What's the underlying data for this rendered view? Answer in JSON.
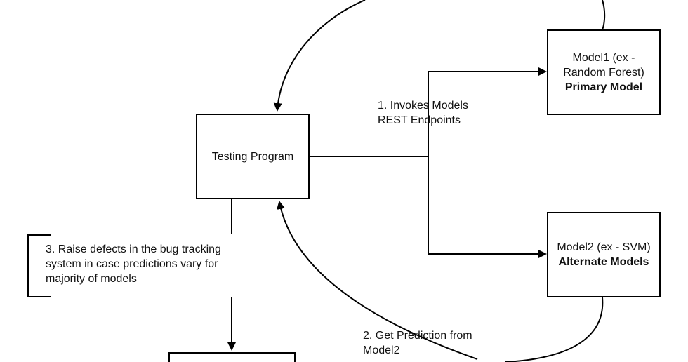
{
  "diagram": {
    "nodes": {
      "testing_program": {
        "label": "Testing Program"
      },
      "model1": {
        "line1": "Model1 (ex -",
        "line2": "Random Forest)",
        "role": "Primary Model"
      },
      "model2": {
        "line1": "Model2 (ex - SVM)",
        "role": "Alternate Models"
      }
    },
    "edge_labels": {
      "invoke": {
        "line1": "1. Invokes Models",
        "line2": "REST Endpoints"
      },
      "prediction": {
        "line1": "2. Get Prediction from",
        "line2": "Model2"
      },
      "raise": {
        "line1": "3. Raise defects in the bug tracking",
        "line2": "system in case predictions vary for",
        "line3": "majority of models"
      }
    },
    "line_color": "#000000"
  }
}
